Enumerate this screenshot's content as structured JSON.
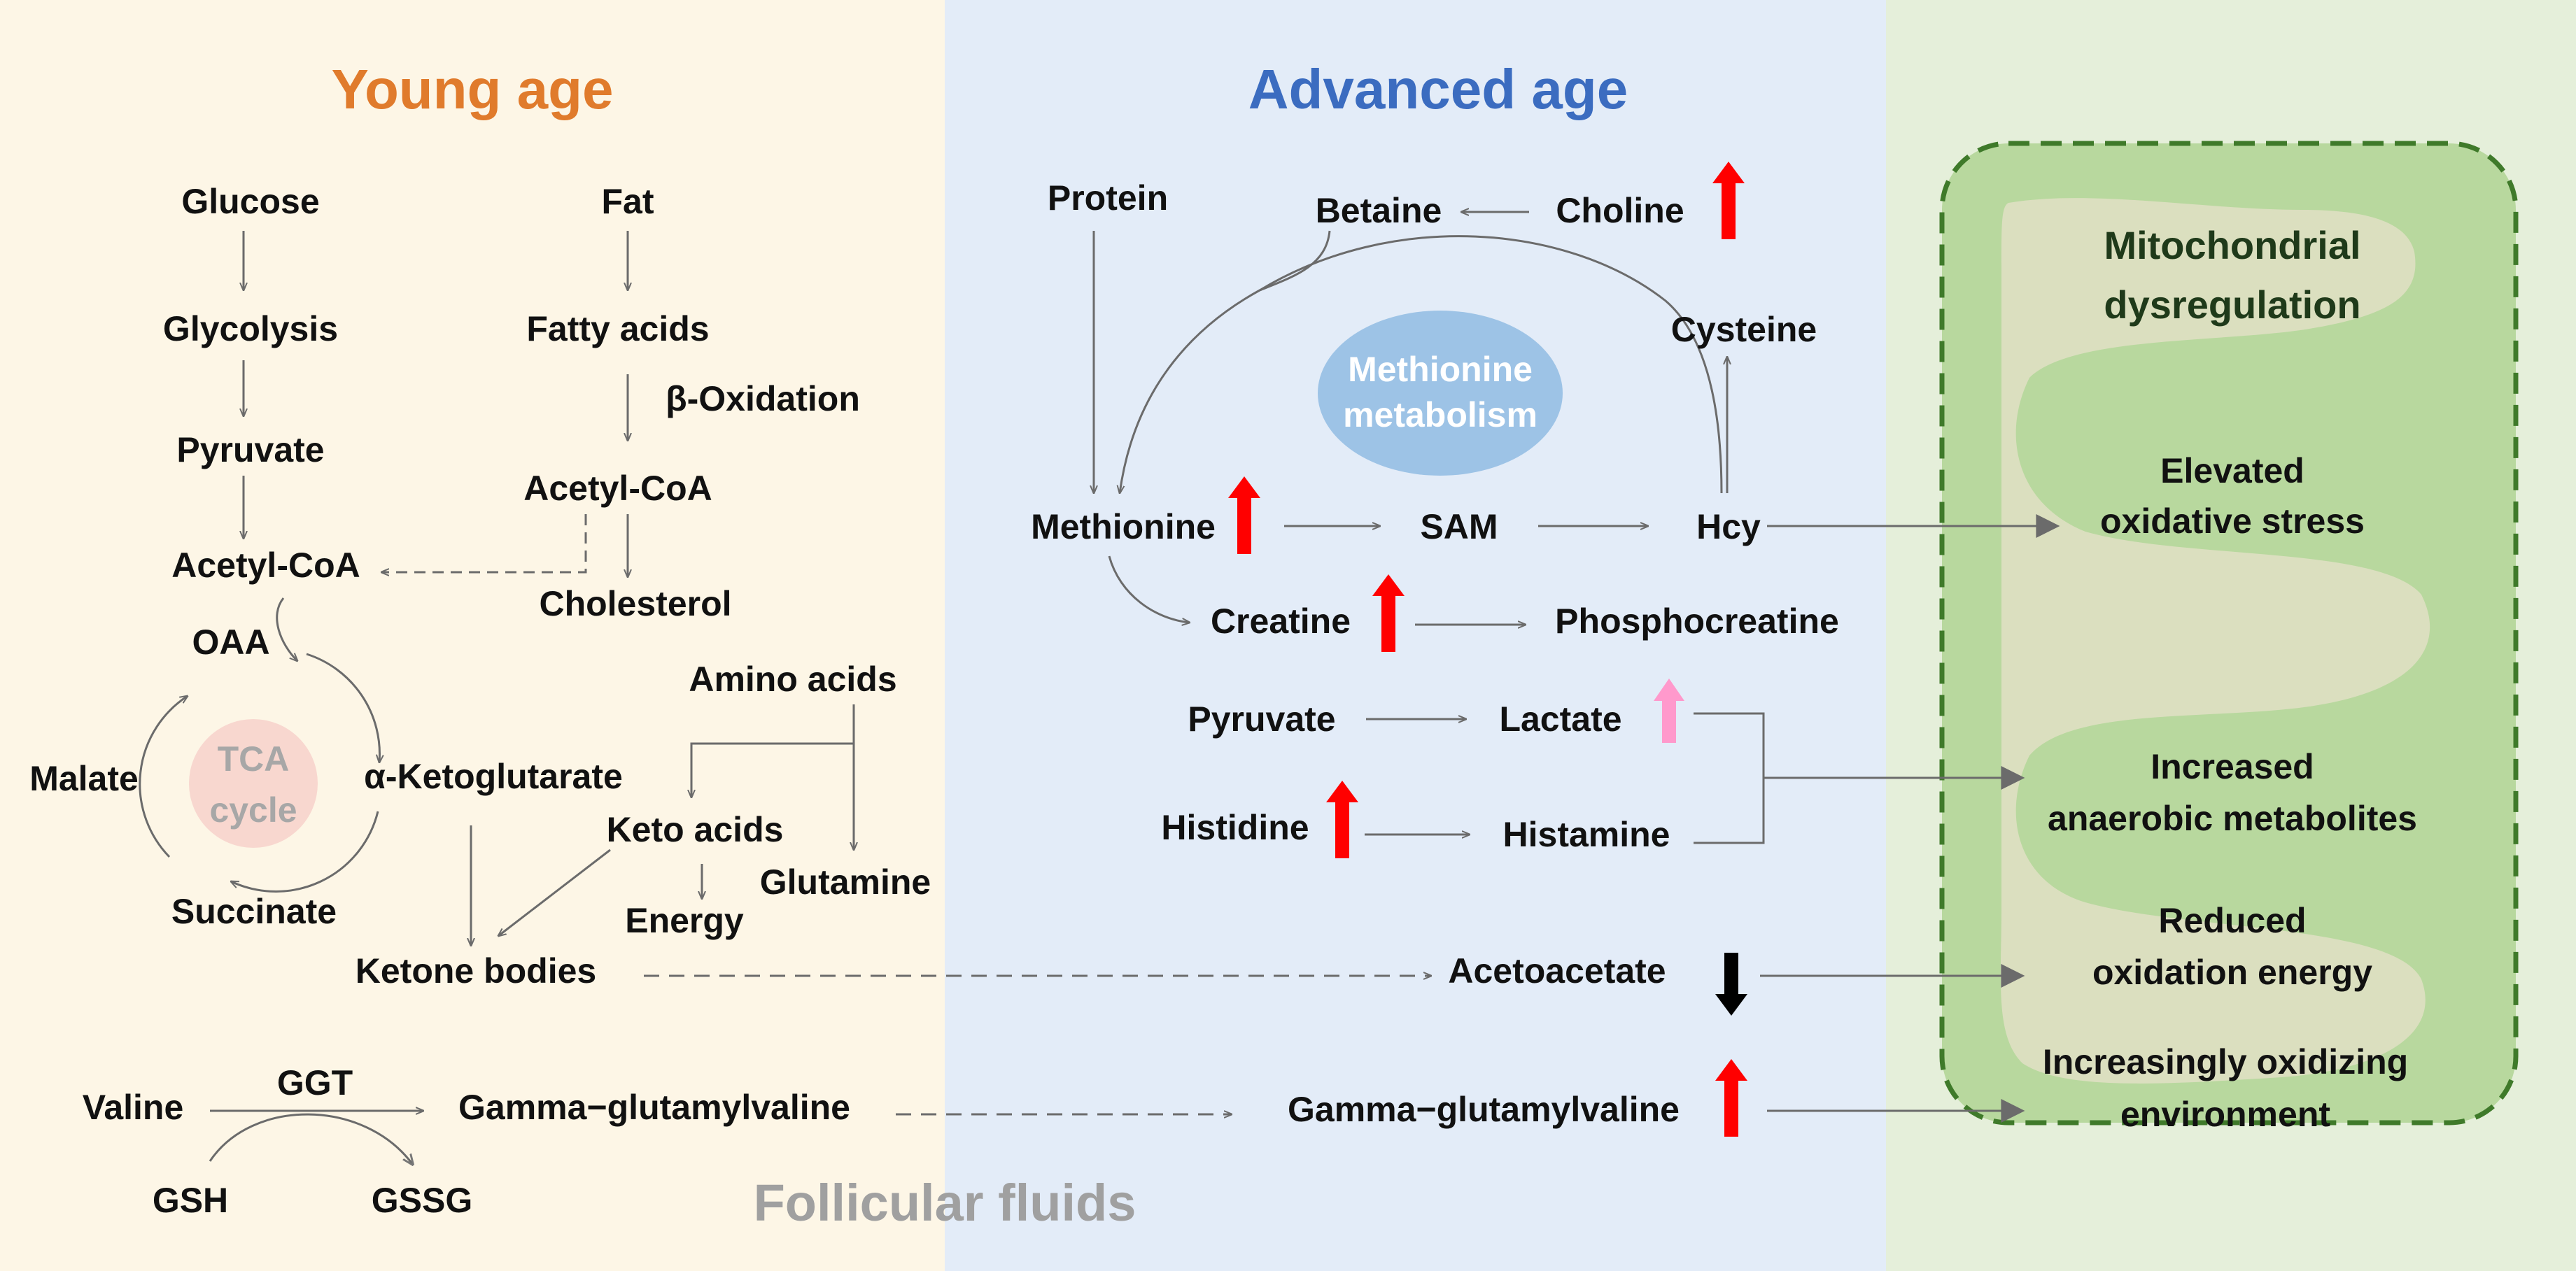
{
  "panels": {
    "young_title": "Young age",
    "advanced_title": "Advanced age",
    "footer": "Follicular fluids"
  },
  "colors": {
    "young_bg": "#fdf6e6",
    "advanced_bg": "#e3ecf8",
    "mito_bg": "#e5efda",
    "young_title": "#e07b2c",
    "advanced_title": "#3b6cc0",
    "footer": "#a0a0a0",
    "arrow_up": "#ff0000",
    "arrow_up_light": "#ff99cc",
    "arrow_down": "#000000",
    "tca_fill": "#f8d7cf",
    "methionine_fill": "#9dc3e6",
    "mito_border": "#3f7a2a"
  },
  "young": {
    "glucose": "Glucose",
    "glycolysis": "Glycolysis",
    "pyruvate": "Pyruvate",
    "acetyl_coa_left": "Acetyl-CoA",
    "fat": "Fat",
    "fatty_acids": "Fatty acids",
    "beta_oxidation": "β-Oxidation",
    "acetyl_coa_right": "Acetyl-CoA",
    "cholesterol": "Cholesterol",
    "oaa": "OAA",
    "tca_line1": "TCA",
    "tca_line2": "cycle",
    "malate": "Malate",
    "ketoglutarate": "α-Ketoglutarate",
    "succinate": "Succinate",
    "amino_acids": "Amino acids",
    "keto_acids": "Keto acids",
    "glutamine": "Glutamine",
    "energy": "Energy",
    "ketone_bodies": "Ketone bodies",
    "valine": "Valine",
    "ggt": "GGT",
    "gamma_glutamylvaline": "Gamma−glutamylvaline",
    "gsh": "GSH",
    "gssg": "GSSG"
  },
  "advanced": {
    "protein": "Protein",
    "betaine": "Betaine",
    "choline": "Choline",
    "cysteine": "Cysteine",
    "methionine_metabolism_line1": "Methionine",
    "methionine_metabolism_line2": "metabolism",
    "methionine": "Methionine",
    "sam": "SAM",
    "hcy": "Hcy",
    "creatine": "Creatine",
    "phosphocreatine": "Phosphocreatine",
    "pyruvate": "Pyruvate",
    "lactate": "Lactate",
    "histidine": "Histidine",
    "histamine": "Histamine",
    "acetoacetate": "Acetoacetate",
    "gamma_glutamylvaline": "Gamma−glutamylvaline"
  },
  "mitochondria": {
    "title_line1": "Mitochondrial",
    "title_line2": "dysregulation",
    "effect1_line1": "Elevated",
    "effect1_line2": "oxidative stress",
    "effect2_line1": "Increased",
    "effect2_line2": "anaerobic metabolites",
    "effect3_line1": "Reduced",
    "effect3_line2": "oxidation energy",
    "effect4_line1": "Increasingly oxidizing",
    "effect4_line2": "environment"
  }
}
